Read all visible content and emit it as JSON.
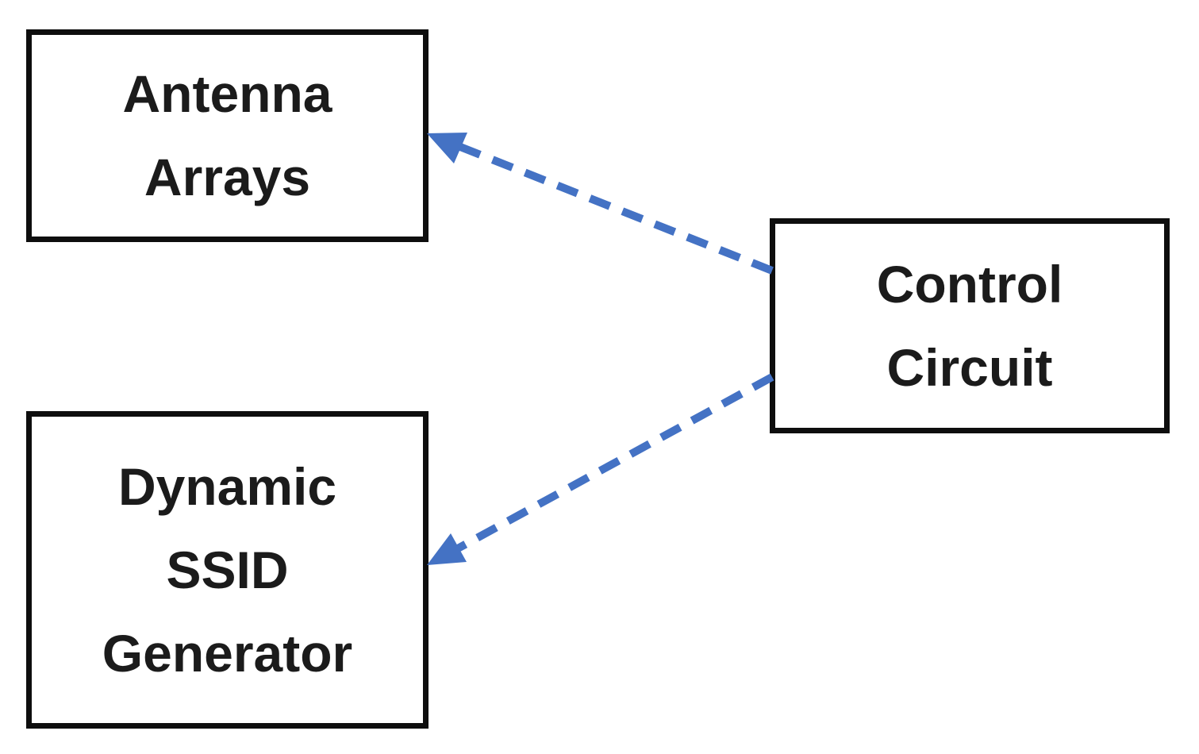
{
  "diagram": {
    "title": "",
    "kind": "block-diagram",
    "background": "#ffffff",
    "colors": {
      "box_border": "#0e0e0e",
      "box_fill": "#ffffff",
      "text": "#1b1b1b",
      "arrow": "#4472C4"
    },
    "nodes": {
      "antenna": {
        "id": "antenna-arrays",
        "lines": [
          "Antenna",
          "Arrays"
        ]
      },
      "ssid": {
        "id": "dynamic-ssid-generator",
        "lines": [
          "Dynamic",
          "SSID",
          "Generator"
        ]
      },
      "control": {
        "id": "control-circuit",
        "lines": [
          "Control",
          "Circuit"
        ]
      }
    },
    "edges": [
      {
        "id": "control-to-antenna",
        "from": "control-circuit",
        "to": "antenna-arrays",
        "line_style": "dashed",
        "arrowhead": "at-target",
        "color": "#4472C4"
      },
      {
        "id": "control-to-ssid",
        "from": "control-circuit",
        "to": "dynamic-ssid-generator",
        "line_style": "dashed",
        "arrowhead": "at-target",
        "color": "#4472C4"
      }
    ]
  }
}
